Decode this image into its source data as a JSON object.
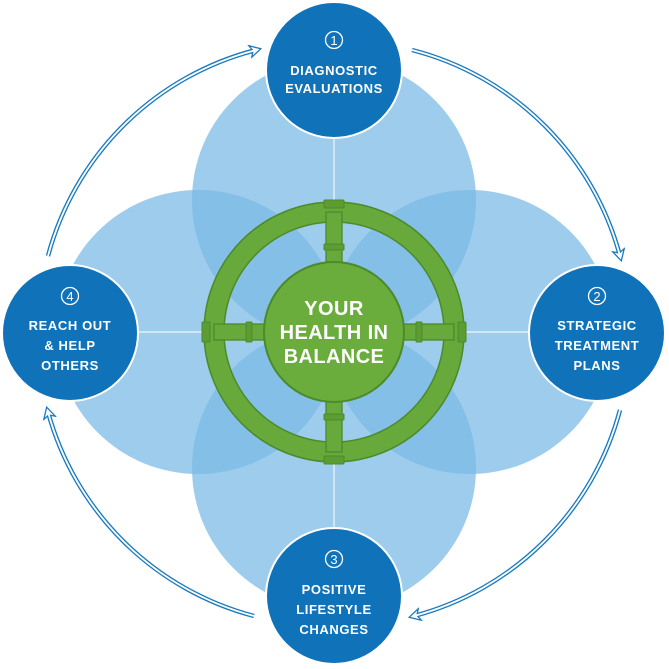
{
  "center": {
    "lines": [
      "YOUR",
      "HEALTH IN",
      "BALANCE"
    ]
  },
  "nodes": [
    {
      "number": "1",
      "lines": [
        "DIAGNOSTIC",
        "EVALUATIONS"
      ]
    },
    {
      "number": "2",
      "lines": [
        "STRATEGIC",
        "TREATMENT",
        "PLANS"
      ]
    },
    {
      "number": "3",
      "lines": [
        "POSITIVE",
        "LIFESTYLE",
        "CHANGES"
      ]
    },
    {
      "number": "4",
      "lines": [
        "REACH OUT",
        "& HELP",
        "OTHERS"
      ]
    }
  ],
  "colors": {
    "node_blue": "#1073b9",
    "petal_light": "#92c6ea",
    "petal_overlap": "#4da3da",
    "petal_line": "#ffffff",
    "wheel_green": "#67a93a",
    "wheel_green_dark": "#4c8a2a",
    "center_green": "#6aad3c",
    "arrow_blue": "#1a7bc0"
  }
}
